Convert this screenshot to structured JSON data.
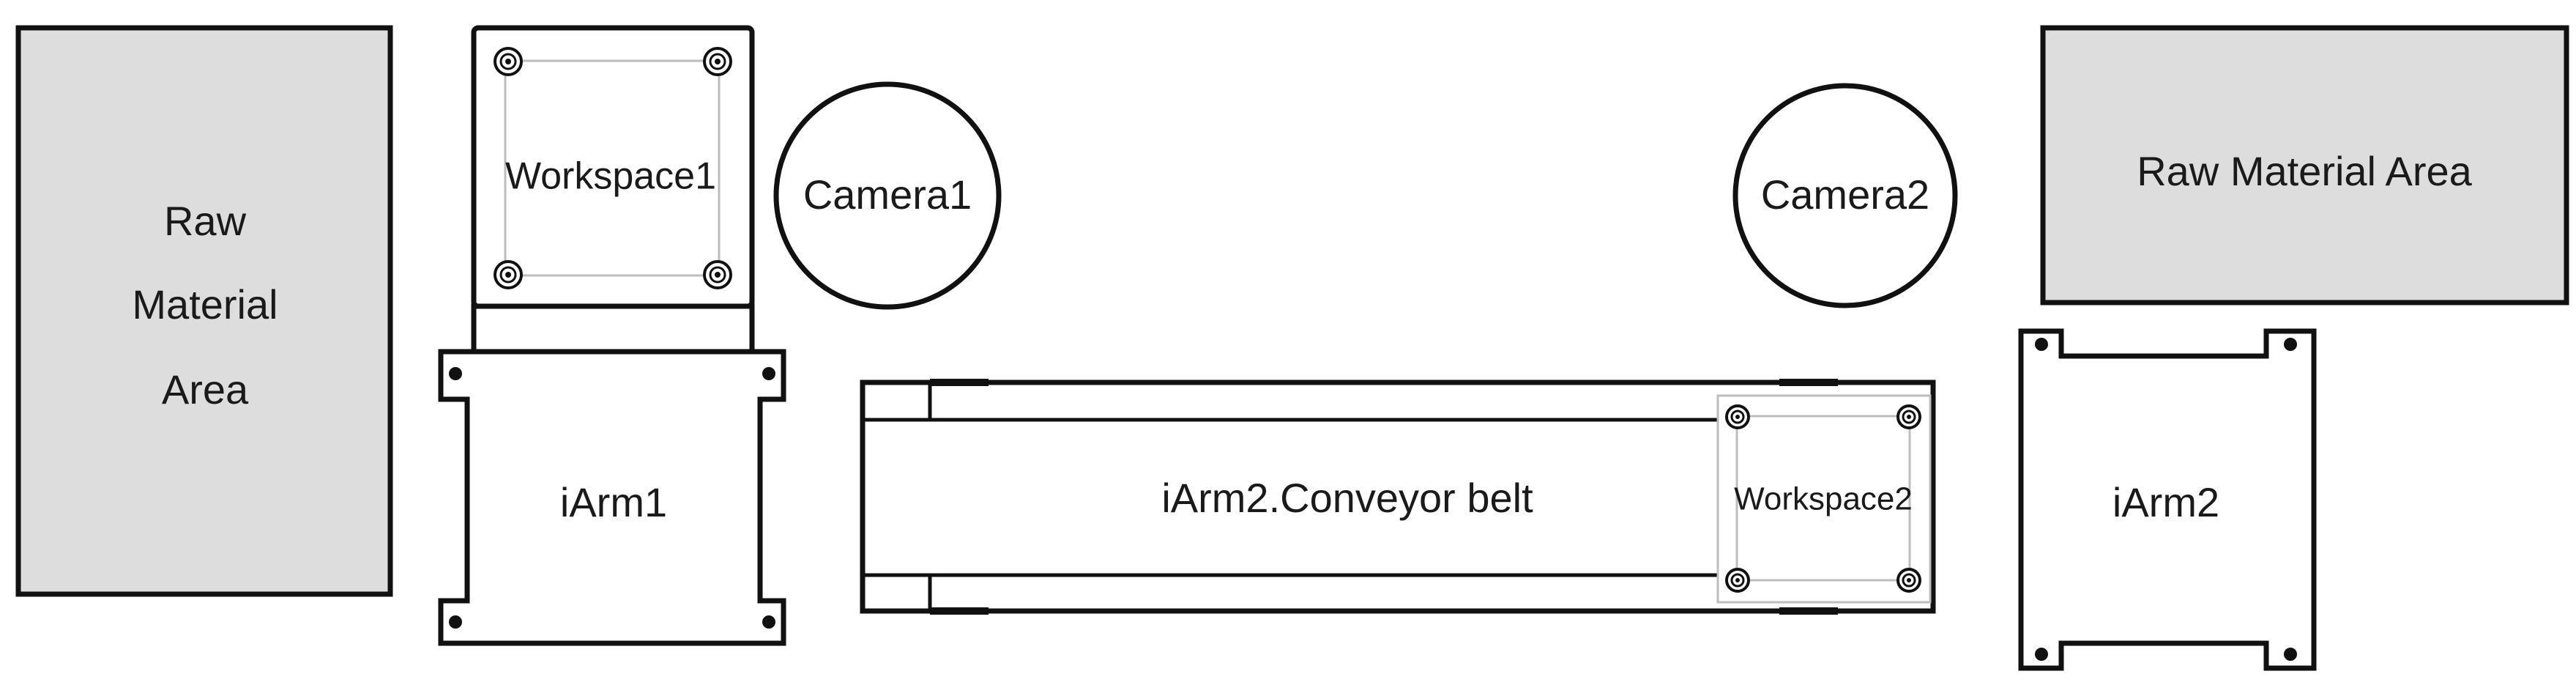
{
  "labels": {
    "raw_material_left": [
      "Raw",
      "Material",
      "Area"
    ],
    "raw_material_right": "Raw Material Area",
    "workspace1": "Workspace1",
    "workspace2": "Workspace2",
    "camera1": "Camera1",
    "camera2": "Camera2",
    "iarm1": "iArm1",
    "iarm2": "iArm2",
    "conveyor": "iArm2.Conveyor belt"
  },
  "colors": {
    "outline": "#111111",
    "raw_material_fill": "#dddddd",
    "background": "#ffffff",
    "grid": "#bdbdbd"
  }
}
